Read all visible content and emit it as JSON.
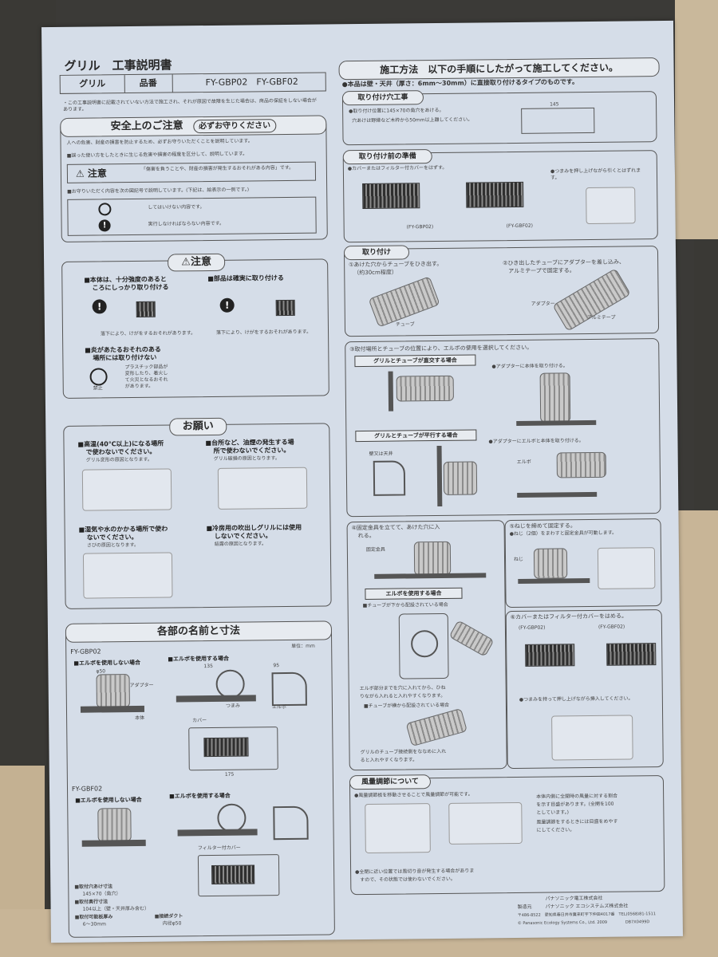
{
  "doc": {
    "title": "グリル　工事説明書",
    "product_label": "グリル",
    "model_label": "品番",
    "models": "FY-GBP02　FY-GBF02",
    "intro_note": "・この工事説明書に記載されていない方法で施工され、それが原因で故障を生じた場合は、商品の保証をしない場合があります。"
  },
  "safety": {
    "header": "安全上のご注意",
    "must": "必ずお守りください",
    "line1": "人への危害、財産の損害を防止するため、必ずお守りいただくことを説明しています。",
    "line2": "■誤った使い方をしたときに生じる危害や損害の程度を区分して、説明しています。",
    "caution_label": "注意",
    "caution_text": "「傷害を負うことや、財産の損害が発生するおそれがある内容」です。",
    "line3": "■お守りいただく内容を次の図記号で説明しています。(下記は、絵表示の一例です。)",
    "sym1": "してはいけない内容です。",
    "sym2": "実行しなければならない内容です。"
  },
  "caution2": {
    "header": "注意",
    "i1a": "■本体は、十分強度のあると",
    "i1b": "ころにしっかり取り付ける",
    "i1note": "落下により、けがをするおそれがあります。",
    "i2": "■部品は確実に取り付ける",
    "i2note": "落下により、けがをするおそれがあります。",
    "i3a": "■炎があたるおそれのある",
    "i3b": "場所には取り付けない",
    "i3note1": "プラスチック部品が",
    "i3note2": "変形したり、着火し",
    "i3note3": "て火災となるおそれ",
    "i3note4": "があります。",
    "prohibit": "禁止"
  },
  "request": {
    "header": "お願い",
    "r1a": "■高温(40℃以上)になる場所",
    "r1b": "で使わないでください。",
    "r1note": "グリル変形の原因となります。",
    "r2a": "■台所など、油煙の発生する場",
    "r2b": "所で使わないでください。",
    "r2note": "グリル破損の原因となります。",
    "r3a": "■湿気や水のかかる場所で使わ",
    "r3b": "ないでください。",
    "r3note": "さびの原因となります。",
    "r4a": "■冷房用の吹出しグリルには使用",
    "r4b": "しないでください。",
    "r4note": "結露の原因となります。"
  },
  "parts": {
    "header": "各部の名前と寸法",
    "unit": "単位：mm",
    "m1": "FY-GBP02",
    "m2": "FY-GBF02",
    "no_elbow": "■エルボを使用しない場合",
    "with_elbow": "■エルボを使用する場合",
    "adapter": "アダプター",
    "body": "本体",
    "knob": "つまみ",
    "cover": "カバー",
    "filter_cover": "フィルター付カバー",
    "dim_135": "135",
    "dim_95": "95",
    "dim_175": "175",
    "dim_phi50": "φ50",
    "spec1": "■取付穴あけ寸法",
    "spec1v": "145×70（角穴）",
    "spec2": "■取付奥行寸法",
    "spec2v": "104以上（壁・天井厚み含む）",
    "spec3": "■取付可能板厚み",
    "spec3v": "6〜30mm",
    "spec4": "■接続ダクト",
    "spec4v": "内径φ50"
  },
  "method": {
    "header": "施工方法　以下の手順にしたがって施工してください。",
    "lead": "●本品は壁・天井（厚さ：6mm〜30mm）に直接取り付けるタイプのものです。",
    "hole_header": "取り付け穴工事",
    "hole_text": "●取り付け位置に145×70の角穴をあける。",
    "hole_note": "穴あけは野縁など木枠から50mm以上離してください。",
    "hole_dim": "145",
    "prep_header": "取り付け前の準備",
    "prep1": "●カバーまたはフィルター付カバーをはずす。",
    "prep2": "●つまみを押し上げながら引くとはずれます。",
    "prep_m1": "(FY-GBP02)",
    "prep_m2": "(FY-GBF02)",
    "inst_header": "取り付け",
    "s1a": "①あけた穴からチューブをひき出す。",
    "s1b": "（約30cm程度）",
    "s2a": "②ひき出したチューブにアダプターを差し込み、",
    "s2b": "アルミテープで固定する。",
    "tube": "チューブ",
    "alu_tape": "アルミテープ",
    "s3": "③取付場所とチューブの位置により、エルボの使用を選択してください。",
    "cross": "グリルとチューブが直交する場合",
    "cross_note": "●アダプターに本体を取り付ける。",
    "parallel": "グリルとチューブが平行する場合",
    "parallel_note": "●アダプターにエルボと本体を取り付ける。",
    "elbow": "エルボ",
    "wall": "壁又は天井",
    "s4a": "④固定金具を立てて、あけた穴に入",
    "s4b": "れる。",
    "fixing": "固定金具",
    "use_elbow": "エルボを使用する場合",
    "from_below": "■チューブが下から配設されている場合",
    "elbow_note1": "エルボ部分までを穴に入れてから、ひね",
    "elbow_note2": "りながら入れると入れやすくなります。",
    "from_side": "■チューブが横から配設されている場合",
    "side_note1": "グリルのチューブ接続側をななめに入れ",
    "side_note2": "ると入れやすくなります。",
    "s5": "⑤ねじを締めて固定する。",
    "s5b": "●ねじ（2個）をまわすと固定金具が可動します。",
    "screw": "ねじ",
    "s6": "⑥カバーまたはフィルター付カバーをはめる。",
    "s6m1": "(FY-GBP02)",
    "s6m2": "(FY-GBF02)",
    "s6note": "●つまみを持って押し上げながら挿入してください。"
  },
  "airflow": {
    "header": "風量調節について",
    "text": "●風量調節板を移動させることで風量調節が可能です。",
    "right1": "本体内側に全開時の風量に対する割合",
    "right2": "を示す目盛があります。(全開を100",
    "right3": "としています。)",
    "right4": "風量調節をするときには目盛をめやす",
    "right5": "にしてください。",
    "bottom1": "●全閉に近い位置では風切り音が発生する場合がありま",
    "bottom2": "すので、その状態では使わないでください。"
  },
  "footer": {
    "maker": "パナソニック電工株式会社",
    "seller_label": "製造元",
    "seller": "パナソニック エコシステムズ株式会社",
    "addr": "〒486-8522　愛知県春日井市鷹来町字下仲田4017番　TEL(0568)81-1511",
    "copy": "© Panasonic Ecology Systems Co., Ltd. 2009",
    "code": "DB7X0499D"
  }
}
